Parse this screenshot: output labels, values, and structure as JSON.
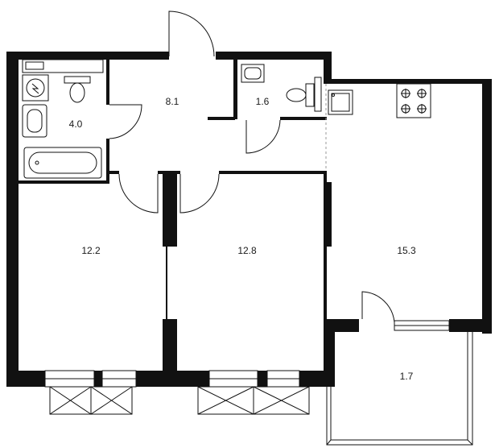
{
  "rooms": {
    "bathroom": {
      "area": "4.0"
    },
    "hallway": {
      "area": "8.1"
    },
    "toilet": {
      "area": "1.6"
    },
    "bedroom_left": {
      "area": "12.2"
    },
    "bedroom_middle": {
      "area": "12.8"
    },
    "kitchen_living": {
      "area": "15.3"
    },
    "balcony": {
      "area": "1.7"
    }
  },
  "colors": {
    "wall": "#111111",
    "background": "#ffffff"
  }
}
